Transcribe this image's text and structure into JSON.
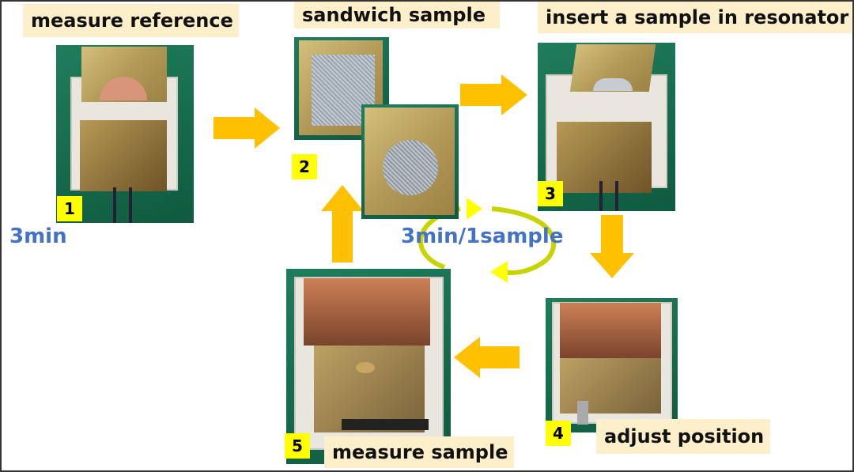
{
  "steps": [
    {
      "number": "1",
      "label": "measure reference"
    },
    {
      "number": "2",
      "label": "sandwich sample"
    },
    {
      "number": "3",
      "label": "insert a sample in resonator"
    },
    {
      "number": "4",
      "label": "adjust position"
    },
    {
      "number": "5",
      "label": "measure sample"
    }
  ],
  "times": {
    "reference": "3min",
    "cycle": "3min/1sample"
  },
  "colors": {
    "arrow": "#ffc000",
    "label_bg": "#fdefc9",
    "badge": "#ffff00",
    "time_text": "#4472c4",
    "cycle": "#c8d400"
  }
}
